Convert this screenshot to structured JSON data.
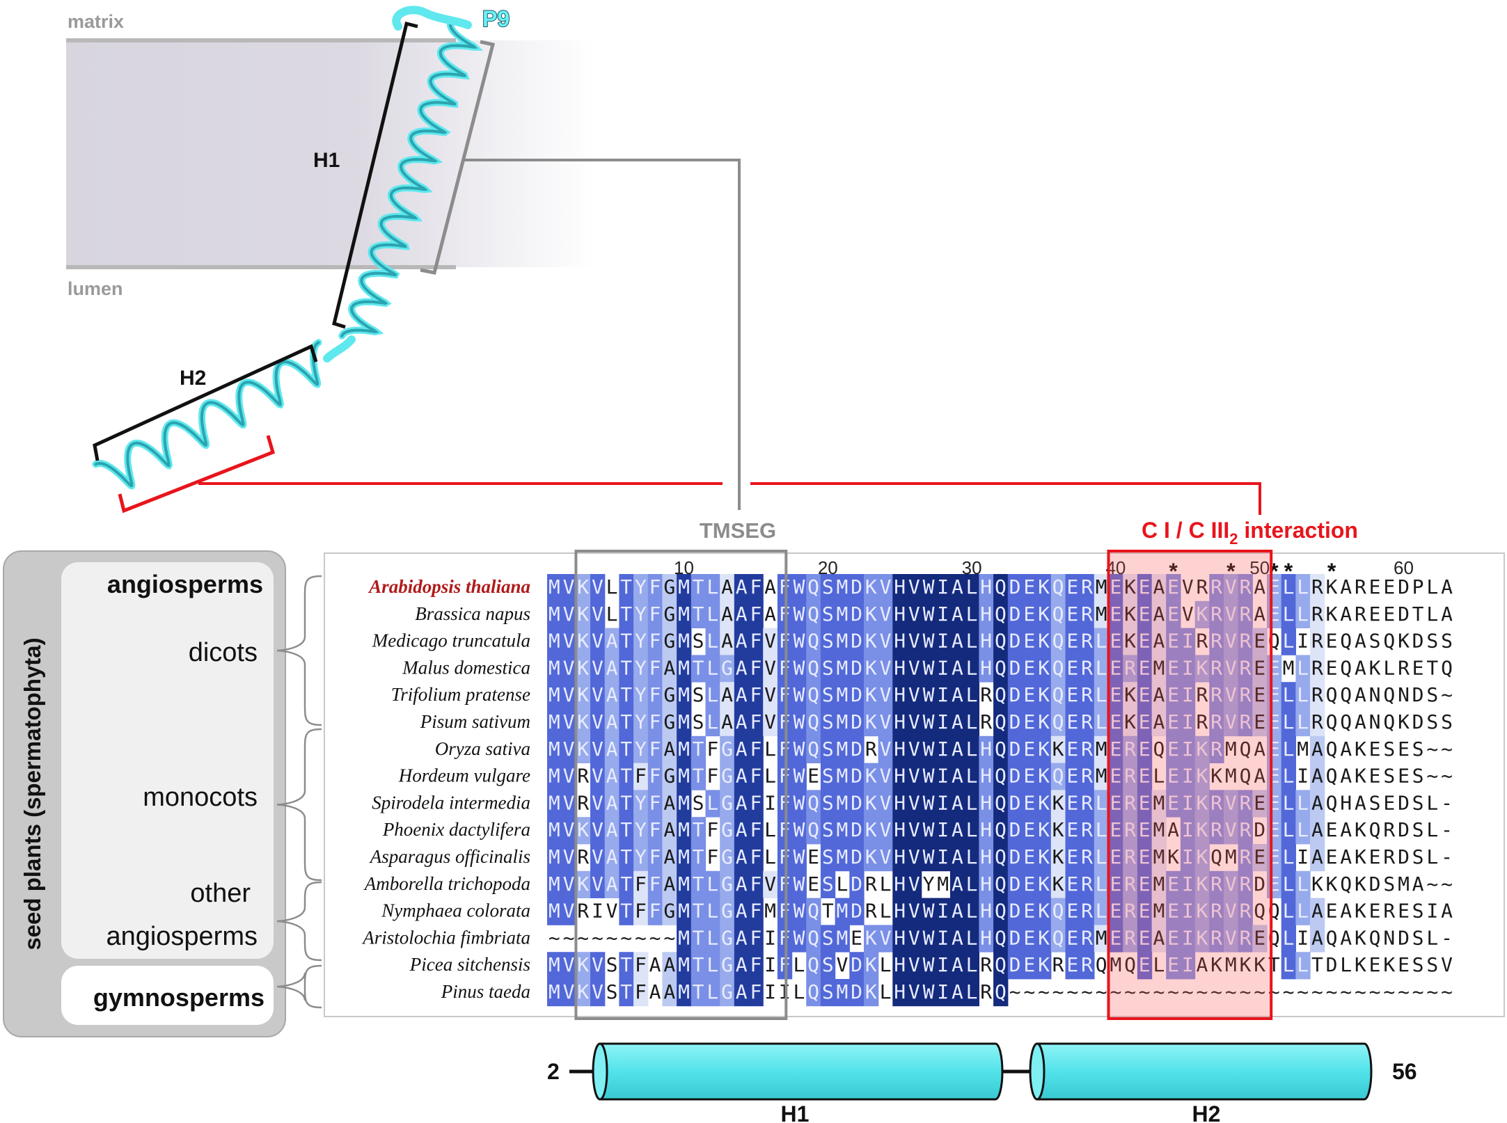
{
  "membrane": {
    "top_label": "matrix",
    "bottom_label": "lumen"
  },
  "structure": {
    "protein_label": "P9",
    "helix1_label": "H1",
    "helix2_label": "H2"
  },
  "regions": {
    "tmseg_label": "TMSEG",
    "interaction_label_main": "C I / C III",
    "interaction_label_sub": "2",
    "interaction_label_tail": " interaction"
  },
  "alignment": {
    "position_ticks": [
      {
        "pos": 10,
        "label": "10"
      },
      {
        "pos": 20,
        "label": "20"
      },
      {
        "pos": 30,
        "label": "30"
      },
      {
        "pos": 40,
        "label": "40"
      },
      {
        "pos": 50,
        "label": "50"
      },
      {
        "pos": 60,
        "label": "60"
      }
    ],
    "asterisks": [
      44,
      48,
      51,
      52,
      55
    ],
    "rows": [
      {
        "species": "Arabidopsis thaliana",
        "sequence": "MVKVLTYFGMTLAAFAFWQSMDKVHVWIALHQDEKQERMEKEAEVRRVRAELLRKAREEDPLA",
        "highlight": true
      },
      {
        "species": "Brassica napus",
        "sequence": "MVKVLTYFGMTLAAFAFWQSMDKVHVWIALHQDEKQERMEKEAEVKRVRAELLRKAREEDTLA"
      },
      {
        "species": "Medicago truncatula",
        "sequence": "MVKVATYFGMSLAAFVFWQSMDKVHVWIALHQDEKQERLEKEAEIRRVREQLIREQASQKDSS"
      },
      {
        "species": "Malus domestica",
        "sequence": "MVKVATYFAMTLGAFVFWQSMDKVHVWIALHQDEKQERLEREMEIKRVREEMLREQAKLRETQ"
      },
      {
        "species": "Trifolium pratense",
        "sequence": "MVKVATYFGMSLAAFVFWQSMDKVHVWIALRQDEKQERLEKEAEIRRVREELLRQQANQNDS~"
      },
      {
        "species": "Pisum sativum",
        "sequence": "MVKVATYFGMSLAAFVFWQSMDKVHVWIALRQDEKQERLEKEAEIRRVREELLRQQANQKDSS"
      },
      {
        "species": "Oryza sativa",
        "sequence": "MVKVATYFAMTFGAFLFWQSMDRVHVWIALHQDEKKERMEREQEIKRMQAELMAQAKESES~~"
      },
      {
        "species": "Hordeum vulgare",
        "sequence": "MVRVATFFGMTFGAFLFWESMDKVHVWIALHQDEKQERMERELEIKKMQAELIAQAKESES~~"
      },
      {
        "species": "Spirodela intermedia",
        "sequence": "MVRVATYFAMSLGAFIFWQSMDKVHVWIALHQDEKKERLEREMEIKRVREELLAQHASEDSL-"
      },
      {
        "species": "Phoenix dactylifera",
        "sequence": "MVKVATYFAMTFGAFLFWQSMDKVHVWIALHQDEKKERLEREMAIKRVRDELLAEAKQRDSL-"
      },
      {
        "species": "Asparagus officinalis",
        "sequence": "MVRVATYFAMTFGAFLFWESMDKVHVWIALHQDEKKERLEREMKIKQMREELIAEAKERDSL-"
      },
      {
        "species": "Amborella trichopoda",
        "sequence": "MVKVATFFAMTLGAFVFWESLDRLHVYMALHQDEKKERLEREMEIKRVRDELLKKQKDSMA~~"
      },
      {
        "species": "Nymphaea colorata",
        "sequence": "MVRIVTFFGMTLGAFMFWQTMDRLHVWIALHQDEKQERLEREMEIKRVRQQLLAEAKERESIA"
      },
      {
        "species": "Aristolochia fimbriata",
        "sequence": "~~~~~~~~~MTLGAFIFWQSMEKVHVWIALHQDEKQERMEREAEIKRVREQLIAQAKQNDSL-"
      },
      {
        "species": "Picea sitchensis",
        "sequence": "MVKVSTFAAMTLGAFIFLQSVDKLHVWIALRQDEKRERQMQELEIAKMKKTLLTDLKEKESSV"
      },
      {
        "species": "Pinus taeda",
        "sequence": "MVKVSTFAAMTLGAFIILQSMDKLHVWIALRQ~~~~~~~~~~~~~~~~~~~~~~~~~~~~~~~"
      }
    ]
  },
  "taxonomy": {
    "outer_label": "seed plants (spermatophyta)",
    "angiosperms_label": "angiosperms",
    "dicots_label": "dicots",
    "monocots_label": "monocots",
    "other_label_line1": "other",
    "other_label_line2": "angiosperms",
    "gymnosperms_label": "gymnosperms"
  },
  "topology": {
    "start": "2",
    "end": "56",
    "helix1_label": "H1",
    "helix2_label": "H2"
  },
  "colors": {
    "helix": "#5fe8ee",
    "interaction": "#e8141c",
    "tmseg_box": "#808080",
    "membrane": "#dcd9e2",
    "species_highlight": "#b01a1a",
    "p9_text": "#6af0f5"
  }
}
